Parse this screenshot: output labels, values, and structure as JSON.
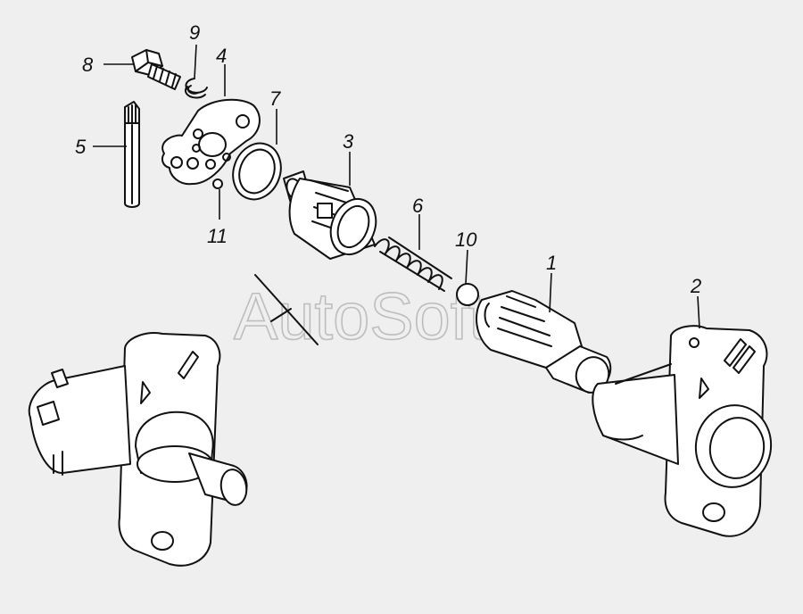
{
  "watermark": "AutoSoft",
  "callouts": {
    "c1": "1",
    "c2": "2",
    "c3": "3",
    "c4": "4",
    "c5": "5",
    "c6": "6",
    "c7": "7",
    "c8": "8",
    "c9": "9",
    "c10": "10",
    "c11": "11"
  },
  "colors": {
    "background": "#efefef",
    "line": "#111111",
    "watermark": "#bdbdbd"
  }
}
